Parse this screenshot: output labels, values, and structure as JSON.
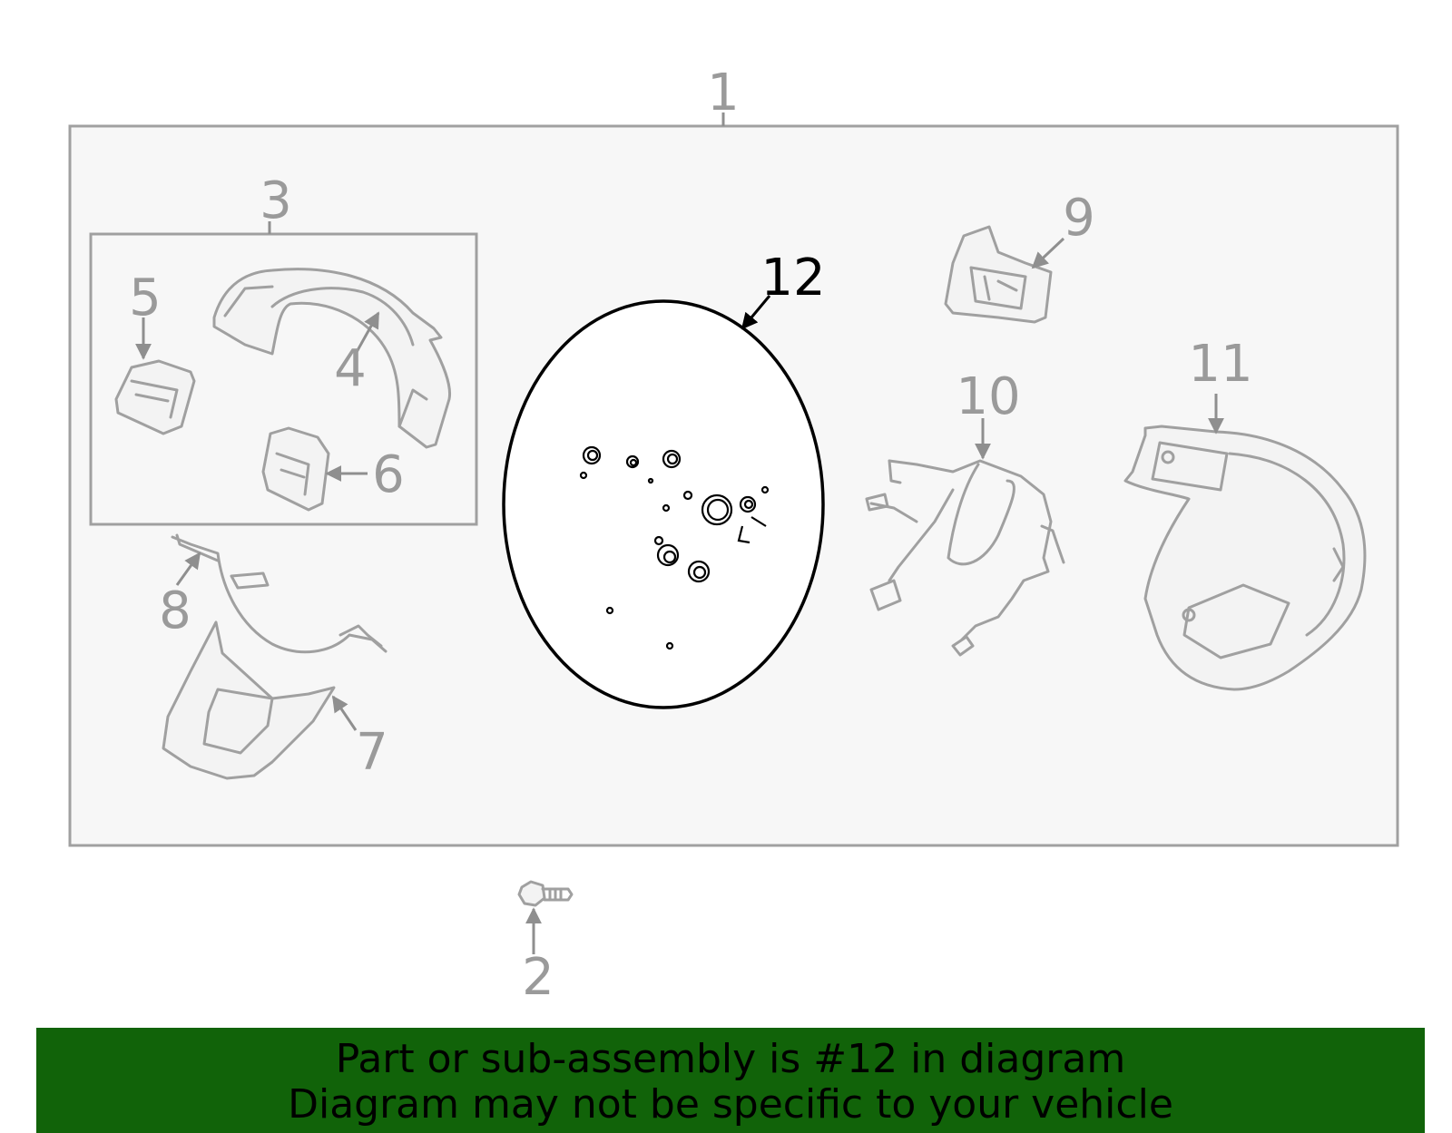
{
  "diagram": {
    "callouts": {
      "c1": "1",
      "c2": "2",
      "c3": "3",
      "c4": "4",
      "c5": "5",
      "c6": "6",
      "c7": "7",
      "c8": "8",
      "c9": "9",
      "c10": "10",
      "c11": "11",
      "c12": "12"
    },
    "highlighted_part": "12",
    "colors": {
      "panel_background": "#f7f7f7",
      "panel_border": "#a0a0a0",
      "callout_gray": "#9a9a9a",
      "highlight": "#000000",
      "banner_background": "#116309"
    }
  },
  "banner": {
    "line1": "Part or sub-assembly is #12 in diagram",
    "line2": "Diagram may not be specific to your vehicle"
  }
}
